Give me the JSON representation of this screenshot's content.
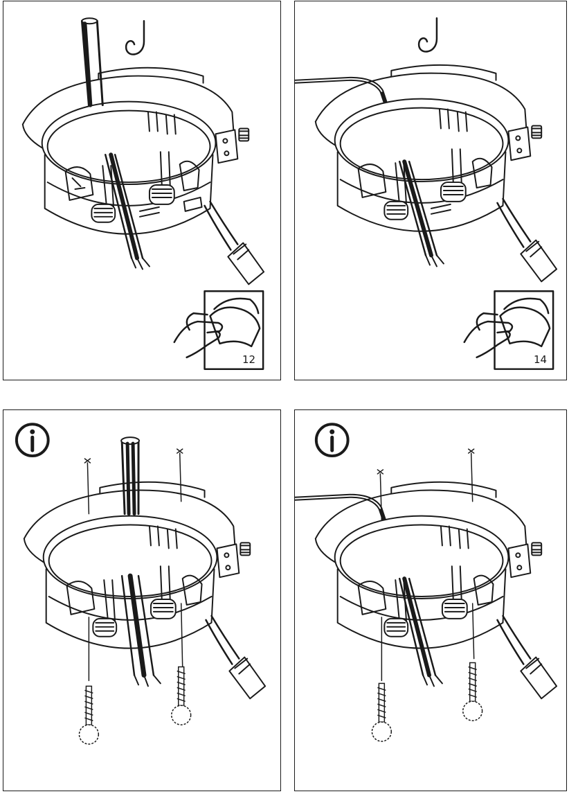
{
  "panels": [
    {
      "name": "step-route-cable-with-hook",
      "page_reference": "12",
      "cable": "vertical",
      "show_hook": true,
      "show_info": false
    },
    {
      "name": "step-route-cable-side-with-hook",
      "page_reference": "14",
      "cable": "side",
      "show_hook": true,
      "show_info": false
    },
    {
      "name": "step-screws-vertical-cable",
      "page_reference": "",
      "cable": "vertical",
      "show_hook": false,
      "show_info": true
    },
    {
      "name": "step-screws-side-cable",
      "page_reference": "",
      "cable": "side",
      "show_hook": false,
      "show_info": true
    }
  ],
  "icons": {
    "hook": "ceiling-hook-icon",
    "page_reference": "turn-page-hand-icon",
    "info": "info-circle-icon",
    "screw": "screw-icon"
  }
}
